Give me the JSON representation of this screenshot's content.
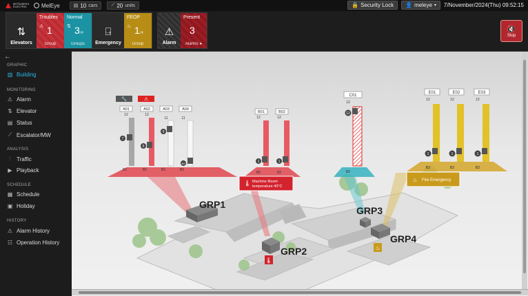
{
  "topbar": {
    "brand_small": "MITSUBISHI ELECTRIC",
    "app_name": "MelEye",
    "cars_value": "10",
    "cars_unit": "cars",
    "units_value": "20",
    "units_unit": "units",
    "security_lock": "Security Lock",
    "user": "meleye",
    "datetime": "7/November/2024(Thu) 09:52:15"
  },
  "tiles": {
    "elevators": {
      "label": "Elevators",
      "icon": "elevator-icon"
    },
    "troubles": {
      "title": "Troubles",
      "value": "1",
      "sub": "Group"
    },
    "normal": {
      "title": "Normal",
      "value": "3",
      "of": "/4",
      "sub": "Groups"
    },
    "emergency": {
      "label": "Emergency",
      "icon": "exit-icon"
    },
    "feop": {
      "title": "FEOP",
      "value": "1",
      "of": "/4",
      "sub": "Group"
    },
    "alarm": {
      "label": "Alarm",
      "icon": "warning-icon"
    },
    "present": {
      "title": "Present",
      "value": "3",
      "sub": "Alarms"
    },
    "stop": {
      "label": "Stop",
      "icon": "speaker-mute-icon"
    }
  },
  "sidebar": {
    "sections": [
      {
        "title": "GRAPHIC",
        "items": [
          {
            "label": "Building",
            "icon": "building-icon",
            "active": true
          }
        ]
      },
      {
        "title": "MONITORING",
        "items": [
          {
            "label": "Alarm",
            "icon": "warning-icon"
          },
          {
            "label": "Elevator",
            "icon": "elevator-icon"
          },
          {
            "label": "Status",
            "icon": "document-icon"
          },
          {
            "label": "Escalator/MW",
            "icon": "escalator-icon"
          }
        ]
      },
      {
        "title": "ANALYSIS",
        "items": [
          {
            "label": "Traffic",
            "icon": "chart-icon"
          },
          {
            "label": "Playback",
            "icon": "playback-icon"
          }
        ]
      },
      {
        "title": "SCHEDULE",
        "items": [
          {
            "label": "Schedule",
            "icon": "calendar-icon"
          },
          {
            "label": "Holiday",
            "icon": "holiday-icon"
          }
        ]
      },
      {
        "title": "HISTORY",
        "items": [
          {
            "label": "Alarm History",
            "icon": "alarm-history-icon"
          },
          {
            "label": "Operation History",
            "icon": "operation-history-icon"
          }
        ]
      }
    ]
  },
  "building": {
    "groups": [
      {
        "name": "GRP1"
      },
      {
        "name": "GRP2"
      },
      {
        "name": "GRP3"
      },
      {
        "name": "GRP4"
      }
    ],
    "grp1_cars": [
      {
        "name": "A01",
        "top": "12",
        "bottom": "B2",
        "floor": "7"
      },
      {
        "name": "A02",
        "top": "12",
        "bottom": "B2",
        "floor": "5"
      },
      {
        "name": "A03",
        "top": "11",
        "bottom": "B2",
        "floor": "9"
      },
      {
        "name": "A04",
        "top": "11",
        "bottom": "B2",
        "floor": "B2"
      }
    ],
    "grp2_cars": [
      {
        "name": "B01",
        "top": "12",
        "bottom": "B2",
        "floor": "1"
      },
      {
        "name": "B02",
        "top": "12",
        "bottom": "B2",
        "floor": "1"
      }
    ],
    "grp3_cars": [
      {
        "name": "C01",
        "top": "12",
        "bottom": "B2",
        "floor": "12"
      }
    ],
    "grp4_cars": [
      {
        "name": "E01",
        "top": "12",
        "bottom": "B2",
        "floor": "1"
      },
      {
        "name": "E02",
        "top": "12",
        "bottom": "B2",
        "floor": "1"
      },
      {
        "name": "E03",
        "top": "12",
        "bottom": "B2",
        "floor": "1"
      }
    ],
    "alert_machine_room": "Machine Room temperature 40°C",
    "alert_machine_room_l1": "Machine Room",
    "alert_machine_room_l2": "temperature 40°C",
    "alert_fire": "Fire Emergency",
    "colors": {
      "trouble": "#d9434c",
      "normal": "#2aa7b3",
      "feop": "#c99a1c",
      "gold": "#e3c128"
    }
  }
}
